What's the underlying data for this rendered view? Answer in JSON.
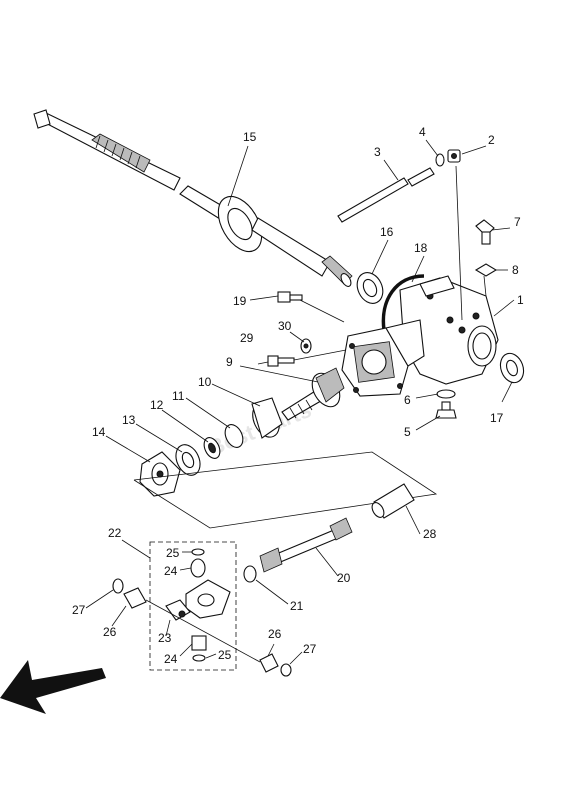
{
  "callouts": {
    "c1": "1",
    "c2": "2",
    "c3": "3",
    "c4": "4",
    "c5": "5",
    "c6": "6",
    "c7": "7",
    "c8": "8",
    "c9": "9",
    "c10": "10",
    "c11": "11",
    "c12": "12",
    "c13": "13",
    "c14": "14",
    "c15": "15",
    "c16": "16",
    "c17": "17",
    "c18": "18",
    "c19": "19",
    "c20": "20",
    "c21": "21",
    "c22": "22",
    "c23": "23",
    "c24a": "24",
    "c24b": "24",
    "c25a": "25",
    "c25b": "25",
    "c26a": "26",
    "c26b": "26",
    "c27a": "27",
    "c27b": "27",
    "c28": "28",
    "c29": "29",
    "c30": "30"
  },
  "watermark": "Best Parts"
}
